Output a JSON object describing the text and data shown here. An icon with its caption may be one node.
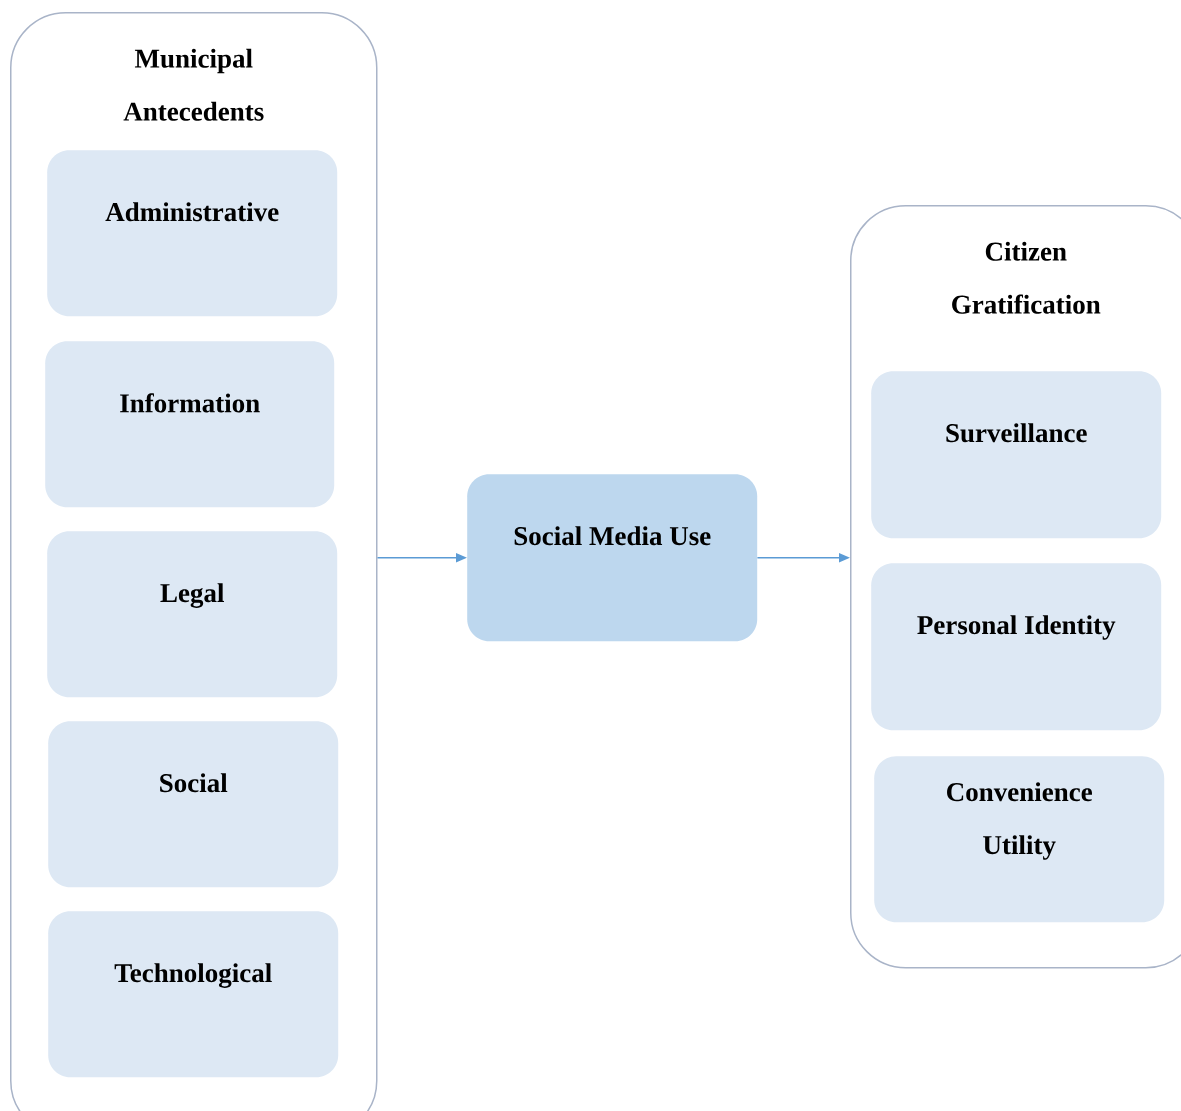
{
  "diagram": {
    "nodes": [
      {
        "text": [
          "Municipal Antecedents"
        ]
      },
      {
        "text": [
          "Administrative"
        ],
        "in": 0
      },
      {
        "text": [
          "Information"
        ],
        "in": 0
      },
      {
        "text": [
          "Legal"
        ],
        "in": 0
      },
      {
        "text": [
          "Social"
        ],
        "in": 0
      },
      {
        "text": [
          "Technological"
        ],
        "in": 0
      },
      {
        "text": [
          "Social Media Use"
        ]
      },
      {
        "text": [
          "Citizen Gratification"
        ]
      },
      {
        "text": [
          "Surveillance"
        ],
        "in": 7
      },
      {
        "text": [
          "Personal Identity"
        ],
        "in": 7
      },
      {
        "text": [
          "Convenience Utility"
        ],
        "in": 7
      }
    ],
    "edges": [
      {
        "from": 0,
        "to": 6,
        "arrow": "to"
      },
      {
        "from": 6,
        "to": 7,
        "arrow": "to"
      }
    ]
  }
}
